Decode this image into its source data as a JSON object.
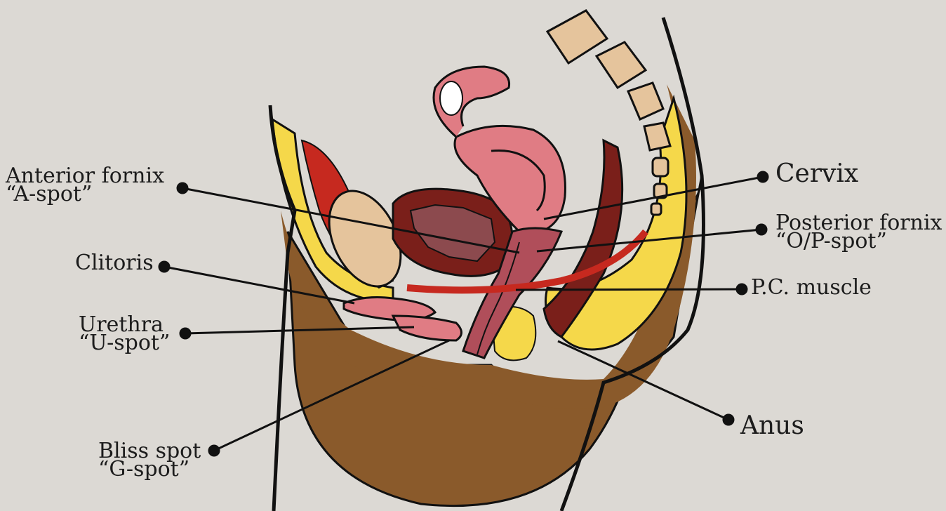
{
  "labels": {
    "anterior_fornix": {
      "line1": "Anterior fornix",
      "line2": "“A-spot”"
    },
    "clitoris": {
      "line1": "Clitoris"
    },
    "urethra": {
      "line1": "Urethra",
      "line2": "“U-spot”"
    },
    "bliss_spot": {
      "line1": "Bliss spot",
      "line2": "“G-spot”"
    },
    "cervix": {
      "line1": "Cervix"
    },
    "posterior_fornix": {
      "line1": "Posterior fornix",
      "line2": "“O/P-spot”"
    },
    "pc_muscle": {
      "line1": "P.C. muscle"
    },
    "anus": {
      "line1": "Anus"
    }
  },
  "colors": {
    "background": "#dcd9d4",
    "skin": "#8a5a2b",
    "fat": "#f5d84a",
    "bone": "#e5c49c",
    "muscle_dark": "#7a1f1a",
    "muscle_red": "#c6291f",
    "tissue_pink": "#e07c84",
    "tissue_mauve": "#8c4a4e",
    "outline": "#111111"
  }
}
